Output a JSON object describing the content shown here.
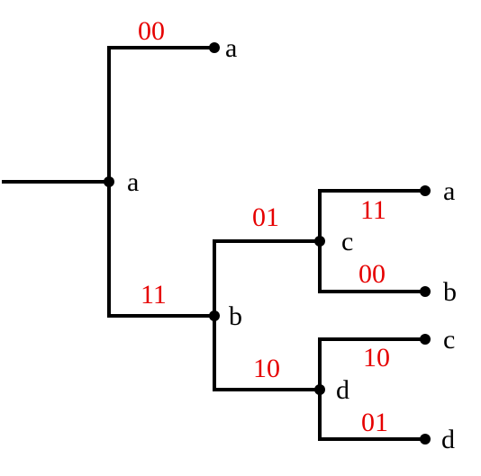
{
  "colors": {
    "line": "#000000",
    "code_label": "#e60000"
  },
  "nodes": {
    "root": "a",
    "n_top_a": "a",
    "n_b": "b",
    "n_c": "c",
    "n_d": "d",
    "leaf_c_a": "a",
    "leaf_c_b": "b",
    "leaf_d_c": "c",
    "leaf_d_d": "d"
  },
  "edges": {
    "root_to_a": "00",
    "root_to_b": "11",
    "b_to_c": "01",
    "b_to_d": "10",
    "c_to_a": "11",
    "c_to_b": "00",
    "d_to_c": "10",
    "d_to_d": "01"
  }
}
